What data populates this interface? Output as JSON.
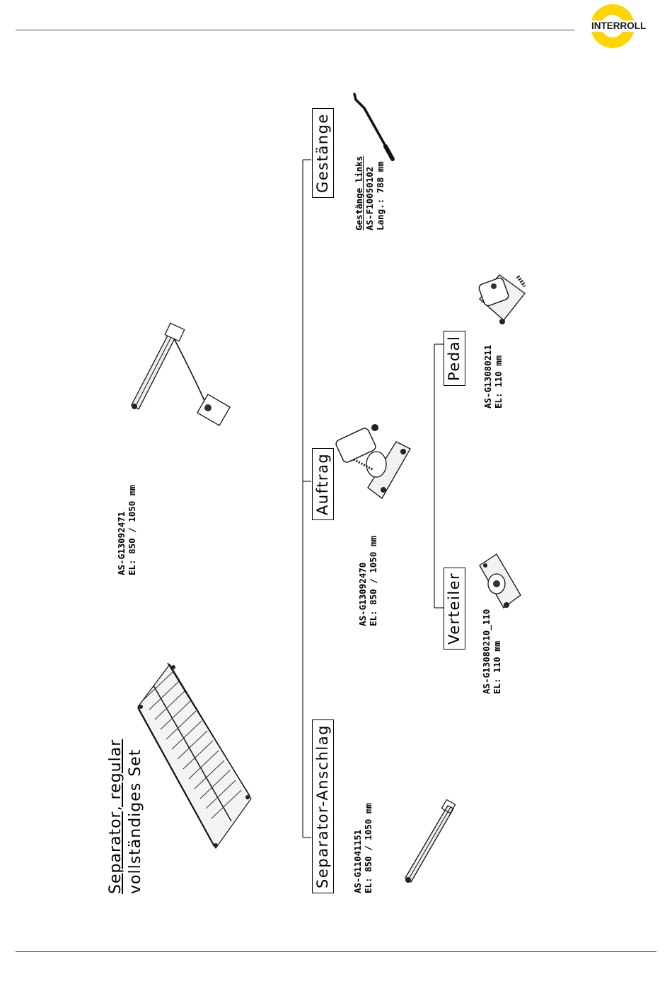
{
  "logo": {
    "text": "INTERROLL",
    "color": "#FFD500"
  },
  "title": {
    "line1": "Separator, regular",
    "line2": "vollständiges Set"
  },
  "nodes": {
    "anschlag": "Separator-Anschlag",
    "auftrag": "Auftrag",
    "gestaenge": "Gestänge",
    "verteiler": "Verteiler",
    "pedal": "Pedal"
  },
  "parts": {
    "set": {
      "line1": "AS-G13092471",
      "line2": "EL: 850 / 1050 mm"
    },
    "anschlag": {
      "line1": "AS-G11041151",
      "line2": "EL: 850 / 1050 mm"
    },
    "auftrag": {
      "line1": "AS-G13092470",
      "line2": "EL: 850 / 1050 mm"
    },
    "gestaenge": {
      "line1": "Gestänge links",
      "line2": "AS-F10050102",
      "line3": "Lang.: 788 mm"
    },
    "verteiler": {
      "line1": "AS-G13080210_110",
      "line2": "EL: 110 mm"
    },
    "pedal": {
      "line1": "AS-G13080211",
      "line2": "EL: 110 mm"
    }
  }
}
